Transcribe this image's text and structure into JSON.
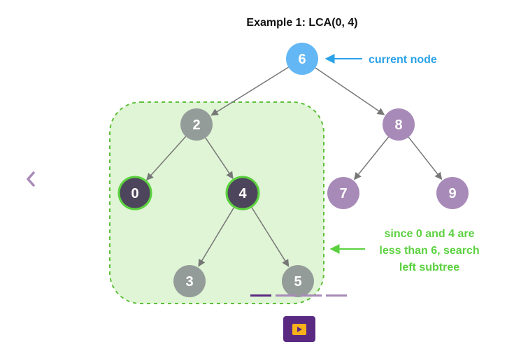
{
  "title": "Example 1: LCA(0, 4)",
  "colors": {
    "current": "#63b7f4",
    "gray": "#949c9a",
    "purple": "#a88ab8",
    "dark": "#4d455c",
    "highlight_ring": "#5bd13f",
    "edge": "#777777",
    "annotation_blue": "#2aa2e8",
    "annotation_green": "#5bd13f",
    "subtree_fill": "#dff5d5",
    "subtree_border": "#5fbf3a",
    "accent": "#5a2a82",
    "play_icon": "#f7b21a"
  },
  "tree": {
    "nodes": [
      {
        "label": "6",
        "style": "current"
      },
      {
        "label": "2",
        "style": "gray"
      },
      {
        "label": "8",
        "style": "purple"
      },
      {
        "label": "0",
        "style": "dark-highlighted"
      },
      {
        "label": "4",
        "style": "dark-highlighted"
      },
      {
        "label": "7",
        "style": "purple"
      },
      {
        "label": "9",
        "style": "purple"
      },
      {
        "label": "3",
        "style": "gray"
      },
      {
        "label": "5",
        "style": "gray"
      }
    ],
    "edges": [
      [
        "6",
        "2"
      ],
      [
        "6",
        "8"
      ],
      [
        "2",
        "0"
      ],
      [
        "2",
        "4"
      ],
      [
        "8",
        "7"
      ],
      [
        "8",
        "9"
      ],
      [
        "4",
        "3"
      ],
      [
        "4",
        "5"
      ]
    ]
  },
  "annotations": {
    "current": "current node",
    "search": [
      "since 0 and 4 are",
      "less than 6, search",
      "left subtree"
    ]
  },
  "controls": {
    "prev_icon": "chevron-left-icon",
    "play_icon": "play-icon",
    "steps_total": 4,
    "current_step": 1
  }
}
